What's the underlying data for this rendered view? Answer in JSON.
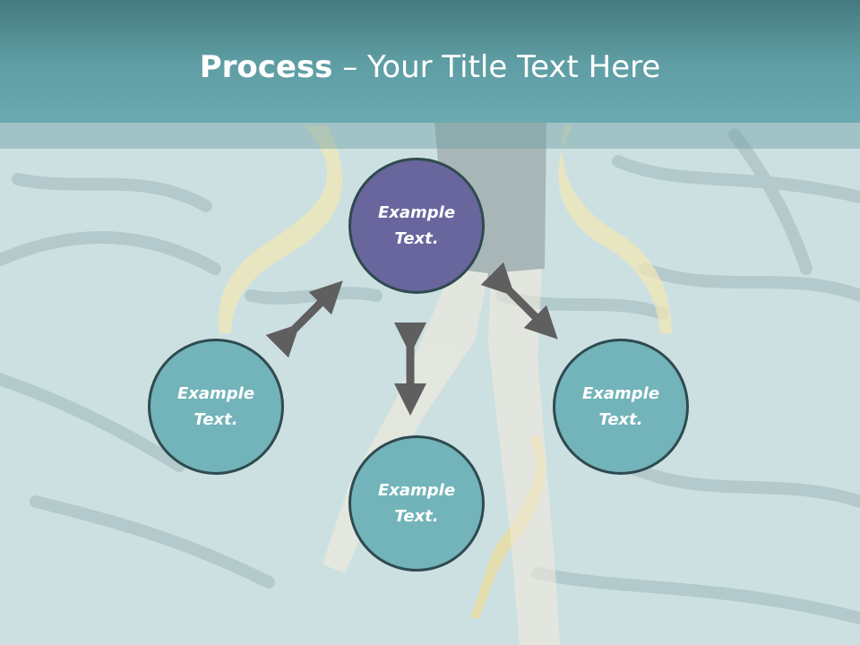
{
  "header": {
    "title_strong": "Process",
    "title_rest": " – Your Title Text Here"
  },
  "diagram": {
    "nodes": [
      {
        "id": "top",
        "label": "Example Text.",
        "color": "#68669c"
      },
      {
        "id": "left",
        "label": "Example Text.",
        "color": "#72b4b9"
      },
      {
        "id": "right",
        "label": "Example Text.",
        "color": "#72b4b9"
      },
      {
        "id": "bottom",
        "label": "Example Text.",
        "color": "#72b4b9"
      }
    ],
    "arrow_color": "#5f5f5f",
    "edges": [
      {
        "from": "left",
        "to": "top",
        "type": "double-arrow"
      },
      {
        "from": "top",
        "to": "right",
        "type": "double-arrow"
      },
      {
        "from": "top",
        "to": "bottom",
        "type": "double-arrow"
      }
    ]
  },
  "colors": {
    "background": "#cde0e1",
    "title_bar": "#5e9da3",
    "node_border": "#2f4a50"
  }
}
